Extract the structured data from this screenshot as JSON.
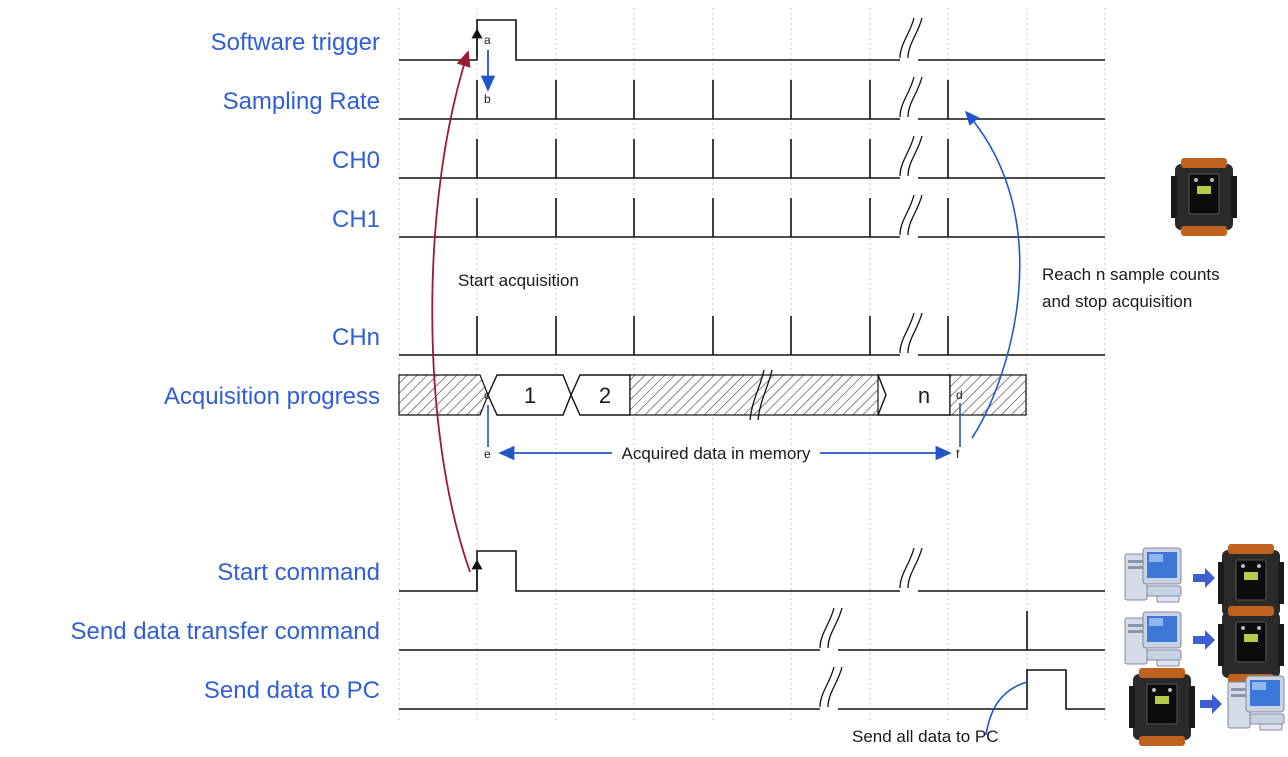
{
  "signals": [
    {
      "id": "software-trigger",
      "label": "Software trigger"
    },
    {
      "id": "sampling-rate",
      "label": "Sampling Rate"
    },
    {
      "id": "ch0",
      "label": "CH0"
    },
    {
      "id": "ch1",
      "label": "CH1"
    },
    {
      "id": "chn",
      "label": "CHn"
    },
    {
      "id": "acquisition-progress",
      "label": "Acquisition progress"
    },
    {
      "id": "start-command",
      "label": "Start command"
    },
    {
      "id": "send-data-transfer-command",
      "label": "Send data transfer command"
    },
    {
      "id": "send-data-to-pc",
      "label": "Send data to PC"
    }
  ],
  "annotations": {
    "start_acquisition": "Start acquisition",
    "reach_line1": "Reach n sample counts",
    "reach_line2": "and stop acquisition",
    "acquired_data": "Acquired data in memory",
    "send_all": "Send all data to PC"
  },
  "markers": {
    "a": "a",
    "b": "b",
    "c": "c",
    "d": "d",
    "e": "e",
    "f": "f"
  },
  "progress_segments": {
    "first": "1",
    "second": "2",
    "last": "n"
  },
  "colors": {
    "label_blue": "#2f5fd6",
    "arrow_blue": "#1f57c9",
    "arrow_red": "#9b1b30",
    "hatch": "#444444"
  },
  "icons": [
    "device-icon",
    "pc-icon",
    "right-arrow-icon"
  ]
}
